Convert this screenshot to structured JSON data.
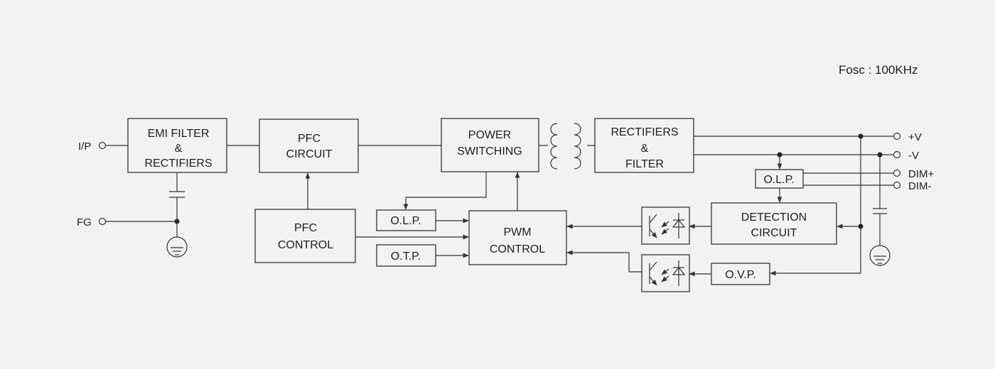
{
  "note": "Fosc : 100KHz",
  "blocks": {
    "emi": [
      "EMI FILTER",
      "&",
      "RECTIFIERS"
    ],
    "pfc_circuit": [
      "PFC",
      "CIRCUIT"
    ],
    "power_switching": [
      "POWER",
      "SWITCHING"
    ],
    "rectifiers_filter": [
      "RECTIFIERS",
      "&",
      "FILTER"
    ],
    "pfc_control": [
      "PFC",
      "CONTROL"
    ],
    "pwm_control": [
      "PWM",
      "CONTROL"
    ],
    "olp_primary": "O.L.P.",
    "otp": "O.T.P.",
    "olp_secondary": "O.L.P.",
    "detection": [
      "DETECTION",
      "CIRCUIT"
    ],
    "ovp": "O.V.P."
  },
  "terminals": {
    "ip": "I/P",
    "fg": "FG",
    "v_plus": "+V",
    "v_minus": "-V",
    "dim_plus": "DIM+",
    "dim_minus": "DIM-"
  }
}
